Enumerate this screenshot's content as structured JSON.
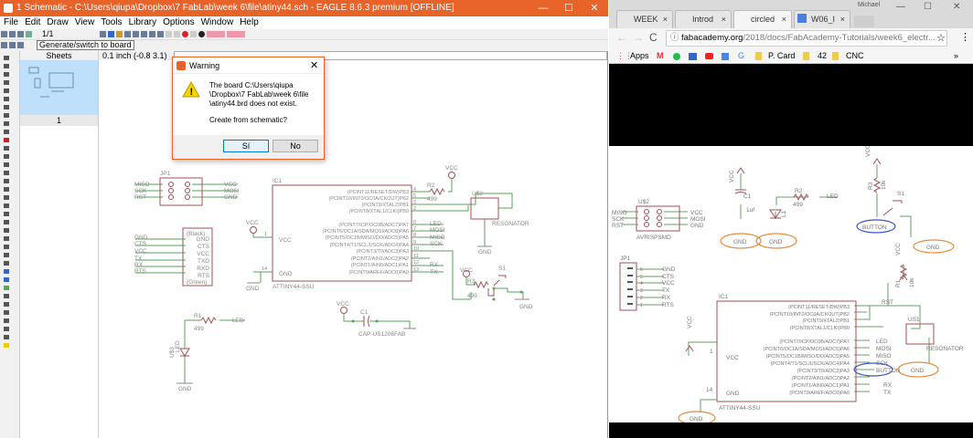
{
  "eagle": {
    "title": "1 Schematic - C:\\Users\\qiupa\\Dropbox\\7 FabLab\\week 6\\file\\atiny44.sch - EAGLE 8.6.3 premium [OFFLINE]",
    "menu": [
      "File",
      "Edit",
      "Draw",
      "View",
      "Tools",
      "Library",
      "Options",
      "Window",
      "Help"
    ],
    "sheet_select": "1/1",
    "tooltip": "Generate/switch to board",
    "sheets_header": "Sheets",
    "sheet_number": "1",
    "coord_readout": "0.1 inch (-0.8 3.1)",
    "win_min": "—",
    "win_max": "☐",
    "win_close": "✕"
  },
  "dialog": {
    "title": "Warning",
    "line1": "The board C:\\Users\\qiupa",
    "line2": "\\Dropbox\\7 FabLab\\week 6\\file",
    "line3": "\\atiny44.brd does not exist.",
    "question": "Create from schematic?",
    "yes": "Sí",
    "no": "No",
    "close": "✕"
  },
  "schem": {
    "jp1": "JP1",
    "miso": "MISO",
    "sck": "SCK",
    "rst": "RST",
    "vcc": "VCC",
    "mosi": "MOSI",
    "gnd": "GND",
    "p1": "1",
    "p2": "2",
    "p3": "3",
    "p4": "4",
    "p5": "5",
    "p6": "6",
    "black": "(Black)",
    "green": "(Green)",
    "ftdi_pins": [
      "GND",
      "CTS",
      "VCC",
      "TXD",
      "RXD",
      "RTS"
    ],
    "ftdi_nets": [
      "GND",
      "CTS",
      "VCC",
      "TX",
      "RX",
      "RTS"
    ],
    "ic1": "IC1",
    "ic_part": "ATTINY44-SSU",
    "ic_pins": [
      "(PCINT11/RESET/DW)PB3",
      "(PCINT10/INT0/OC0A/CKOUT)PB2",
      "(PCINT9/XTAL2)PB1",
      "(PCINT8/XTAL1/CLKI)PB0",
      "(PCINT7/ICP/OC0B/ADC7)PA7",
      "(PCINT6/OC1A/SDA/MOSI/ADC6)PA6",
      "(PCINT5/OC1B/MISO/DO/ADC5)PA5",
      "(PCINT4/T1/SCL/USCK/ADC4)PA4",
      "(PCINT3/T0/ADC3)PA3",
      "(PCINT2/AIN1/ADC2)PA2",
      "(PCINT1/AIN0/ADC1)PA1",
      "(PCINT0/AREF/ADC0)PA0"
    ],
    "ic_pin_nums": [
      "4",
      "5",
      "3",
      "2",
      "6",
      "7",
      "8",
      "9",
      "10",
      "11",
      "12",
      "13"
    ],
    "ic_vcc": "VCC",
    "ic_gnd": "GND",
    "pin1": "1",
    "pin14": "14",
    "r2": "R2",
    "r3": "R3",
    "r1": "R1",
    "r499": "499",
    "u2": "U$2",
    "resonator": "RESONATOR",
    "led": "LED",
    "rx": "RX",
    "tx": "TX",
    "s1": "S1",
    "c1": "C1",
    "cap": "CAP-US1206FAB",
    "u3": "U$3",
    "ledpart": "LED"
  },
  "browser": {
    "tabs": [
      "WEEK",
      "Introd",
      "circled",
      "W06_I"
    ],
    "tab_close": "×",
    "user": "Michael",
    "url_host": "fabacademy.org",
    "url_path": "/2018/docs/FabAcademy-Tutorials/week6_electr...",
    "bookmarks": [
      "Apps",
      "P. Card",
      "42",
      "CNC"
    ],
    "more": "»"
  },
  "img": {
    "u2": "U$2",
    "avr": "AVRISPSMD",
    "miso": "MISO",
    "sck": "SCK",
    "rst": "RST",
    "vcc": "VCC",
    "mosi": "MOSI",
    "gnd": "GND",
    "c1": "C1",
    "uf": "1uf",
    "r2": "R2",
    "r499": "499",
    "led": "LED",
    "l1": "L1",
    "r3": "R3",
    "r10k": "10k",
    "s1": "S1",
    "button": "BUTTON",
    "r1": "R1",
    "jp1": "JP1",
    "jp_nets": [
      "GND",
      "CTS",
      "VCC",
      "TX",
      "RX",
      "RTS"
    ],
    "jp_nums": [
      "6",
      "5",
      "4",
      "3",
      "2",
      "1"
    ],
    "ic1": "IC1",
    "ic_part": "ATTINY44-SSU",
    "rst_net": "RST",
    "us1": "US1",
    "resonator": "RESONATOR",
    "nets": [
      "LED",
      "MOSI",
      "MISO",
      "SCK",
      "BUTTON",
      "",
      "RX",
      "TX"
    ]
  },
  "colors": {
    "eagle_title": "#e8632a",
    "wire": "#5aa15a",
    "part": "#a0525a",
    "orange_mark": "#e88a3a",
    "blue_mark": "#3a55c0"
  }
}
